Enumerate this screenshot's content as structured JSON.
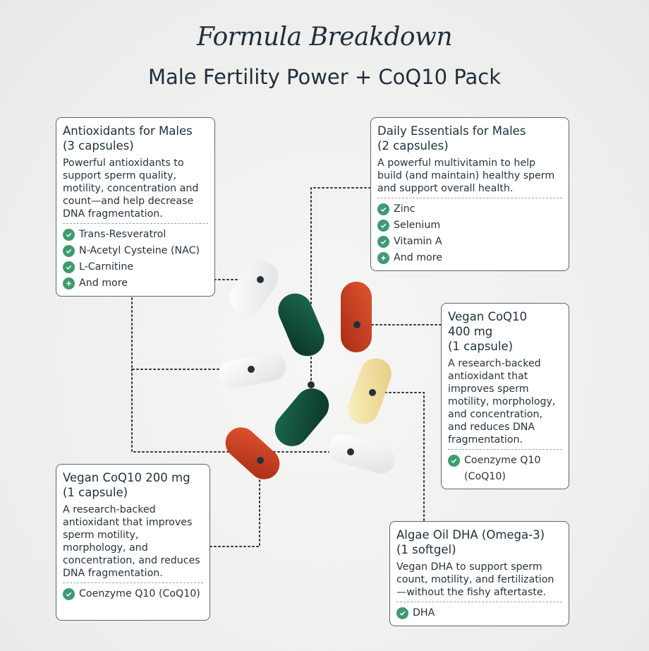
{
  "header": {
    "script_title": "Formula Breakdown",
    "main_title": "Male Fertility Power + CoQ10 Pack"
  },
  "cards": {
    "antioxidants": {
      "title": "Antioxidants for Males",
      "subtitle": "(3 capsules)",
      "description": "Powerful antioxidants to support sperm quality, motility, concentration and count—and help decrease DNA fragmentation.",
      "items": [
        "Trans-Resveratrol",
        "N-Acetyl Cysteine (NAC)",
        "L-Carnitine",
        "And more"
      ]
    },
    "daily": {
      "title": "Daily Essentials for Males",
      "subtitle": "(2 capsules)",
      "description": "A powerful multivitamin to help build (and maintain) healthy sperm and support overall health.",
      "items": [
        "Zinc",
        "Selenium",
        "Vitamin A",
        "And more"
      ]
    },
    "coq10_400": {
      "title": "Vegan CoQ10",
      "title2": "400 mg",
      "subtitle": "(1 capsule)",
      "description": "A research-backed antioxidant that improves sperm motility, morphology, and concentration, and reduces DNA fragmentation.",
      "items": [
        "Coenzyme Q10",
        "(CoQ10)"
      ]
    },
    "coq10_200": {
      "title": "Vegan CoQ10 200 mg",
      "subtitle": "(1 capsule)",
      "description": "A research-backed antioxidant that improves sperm motility, morphology, and concentration, and reduces DNA fragmentation.",
      "items": [
        "Coenzyme Q10 (CoQ10)"
      ]
    },
    "algae": {
      "title": "Algae Oil DHA (Omega-3)",
      "subtitle": "(1 softgel)",
      "description": "Vegan DHA to support sperm count, motility, and fertilization—without the fishy aftertaste.",
      "items": [
        "DHA"
      ]
    }
  },
  "colors": {
    "accent_check": "#3f9a72",
    "text": "#1f2f3c",
    "capsule_white": "#ffffff",
    "capsule_green": "#0f4a36",
    "capsule_red": "#c8391f",
    "softgel": "#f3e2a6"
  }
}
